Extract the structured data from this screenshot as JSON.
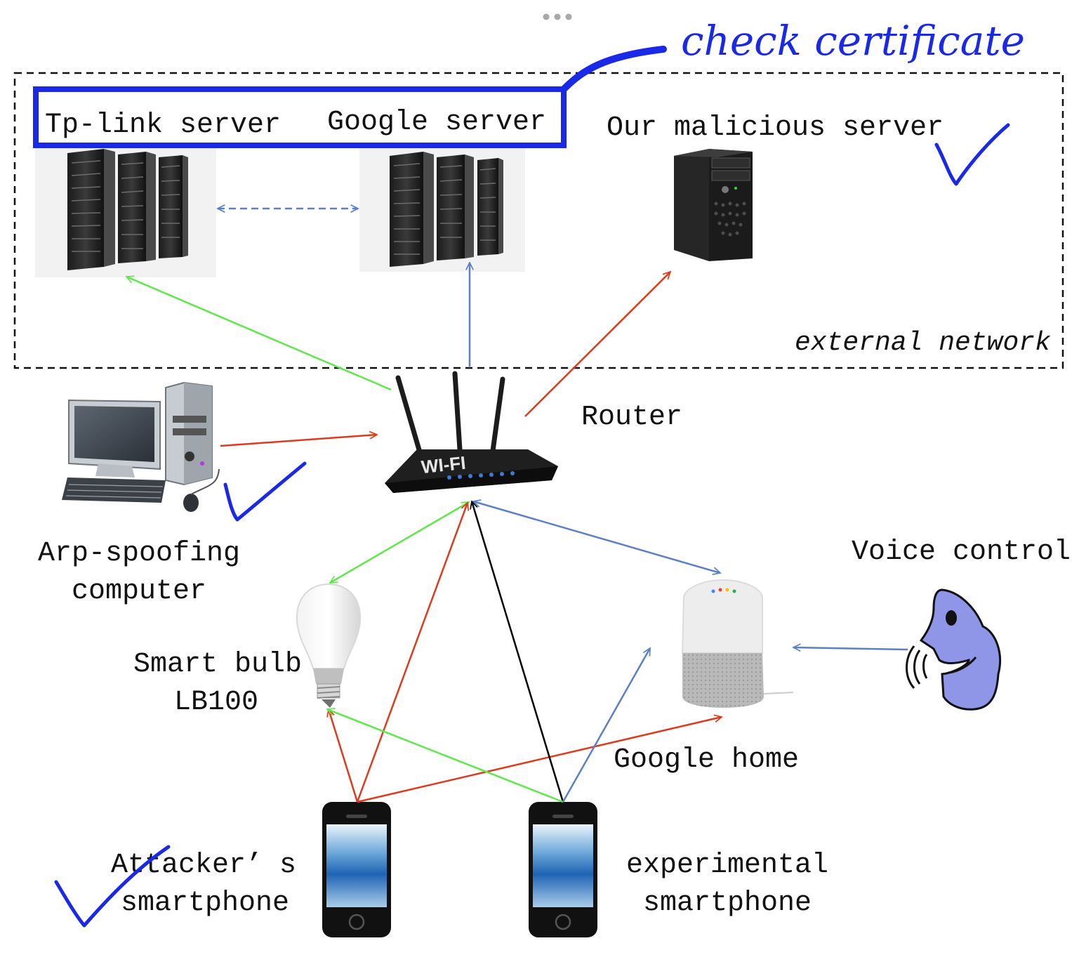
{
  "labels": {
    "tplink": "Tp-link server",
    "google_server": "Google server",
    "malicious": "Our malicious server",
    "external": "external network",
    "router": "Router",
    "arp_line1": "Arp-spoofing",
    "arp_line2": "computer",
    "voice": "Voice control",
    "bulb_line1": "Smart bulb",
    "bulb_line2": "LB100",
    "ghome": "Google home",
    "attacker_line1": "Attacker’ s",
    "attacker_line2": "smartphone",
    "exp_line1": "experimental",
    "exp_line2": "smartphone",
    "wifi_logo": "WI-FI"
  },
  "annotation": {
    "check_certificate": "check certificate"
  },
  "colors": {
    "green": "#5fe84a",
    "red": "#e03a1e",
    "blue": "#5b80c8",
    "black": "#000000",
    "pen": "#1a28e8",
    "face": "#8f96e8"
  }
}
